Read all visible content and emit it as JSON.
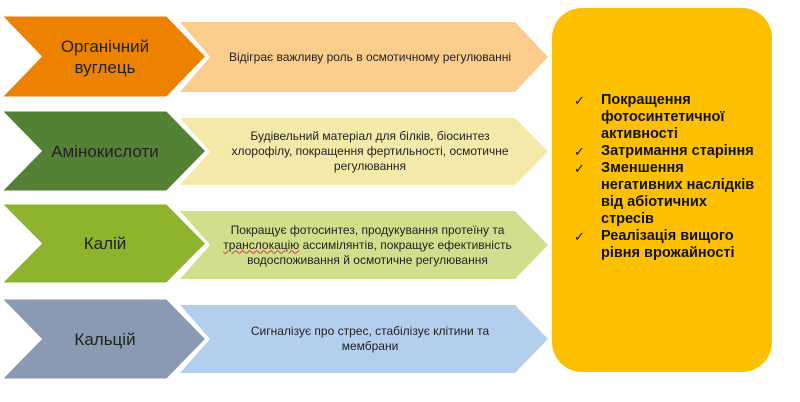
{
  "rows": [
    {
      "source": "Органічний вуглець",
      "description": "Відіграє важливу роль в осмотичному регулюванні",
      "source_color": "#ec8200",
      "desc_color": "#fbcd8d"
    },
    {
      "source": "Амінокислоти",
      "description": "Будівельний матеріал для білків, біосинтез хлорофілу, покращення фертильності, осмотичне регулювання",
      "source_color": "#548235",
      "desc_color": "#f3eaa9"
    },
    {
      "source": "Калій",
      "description_parts": [
        "Покращує фотосинтез, продукування протеїну та ",
        "транслокацію",
        " ассимілянтів, покращує ефективність водоспоживання й осмотичне регулювання"
      ],
      "source_color": "#8db42c",
      "desc_color": "#d1df8c"
    },
    {
      "source": "Кальцій",
      "description": "Сигналізує про стрес, стабілізує клітини та мембрани",
      "source_color": "#8b9ab3",
      "desc_color": "#b4cfee"
    }
  ],
  "result": {
    "color": "#fcc000",
    "icon": "check-icon",
    "items": [
      "Покращення фотосинтетичної активності",
      "Затримання старіння",
      "Зменшення негативних наслідків від абіотичних стресів",
      "Реалізація вищого рівня врожайності"
    ]
  }
}
